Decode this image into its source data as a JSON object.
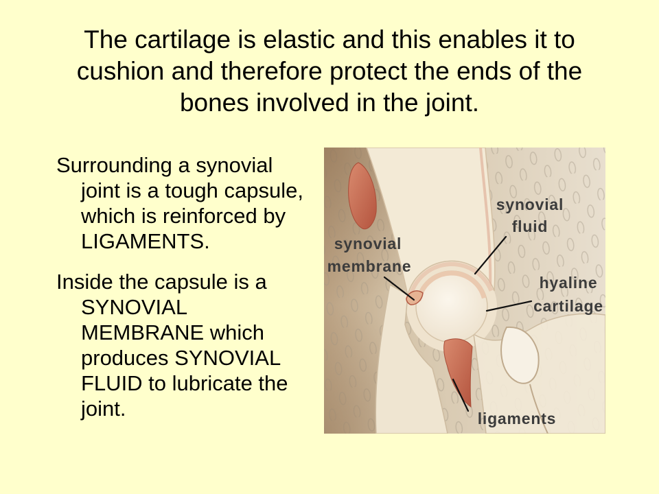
{
  "slide": {
    "title_lines": [
      "The cartilage is elastic and this enables it to",
      "cushion and therefore protect the ends of the",
      "bones involved in the joint."
    ],
    "paragraphs": [
      {
        "lines": [
          "Surrounding a synovial",
          "joint is a tough capsule,",
          "which is reinforced by",
          "LIGAMENTS."
        ]
      },
      {
        "lines": [
          "Inside the capsule is a",
          "SYNOVIAL",
          "MEMBRANE which",
          "produces SYNOVIAL",
          "FLUID to lubricate the",
          "joint."
        ]
      }
    ]
  },
  "diagram": {
    "labels": {
      "synovial_fluid": [
        "synovial",
        "fluid"
      ],
      "synovial_membrane": [
        "synovial",
        "membrane"
      ],
      "hyaline_cartilage": [
        "hyaline",
        "cartilage"
      ],
      "ligaments": [
        "ligaments"
      ]
    }
  },
  "colors": {
    "slide_background": "#FFFFCC",
    "text": "#000000",
    "label_text": "#3C3C3C",
    "ligament_red": "#C0604A",
    "bone_cream": "#F3EAD6"
  }
}
